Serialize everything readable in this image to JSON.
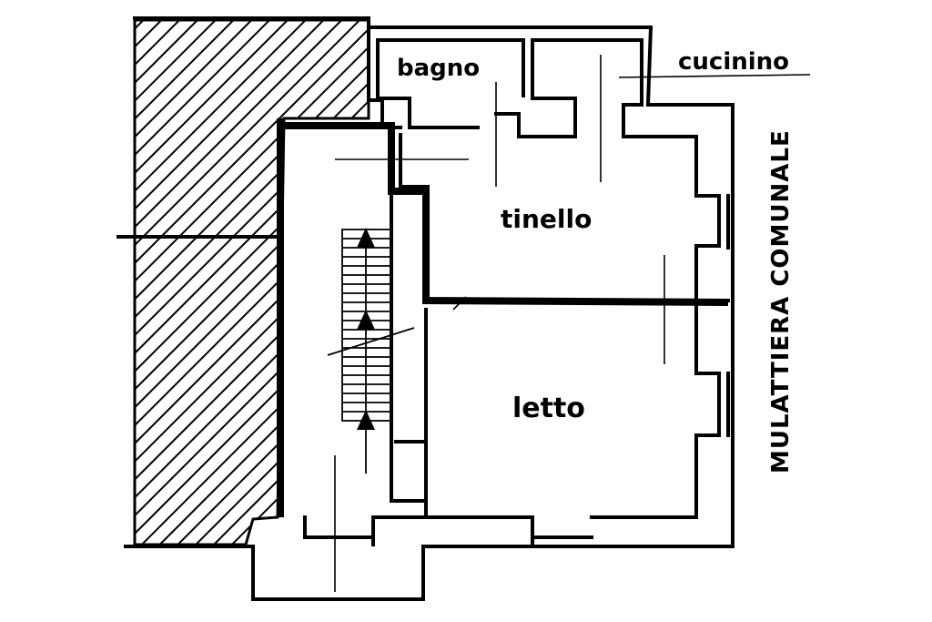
{
  "plan": {
    "rooms": {
      "bagno": "bagno",
      "cucinino": "cucinino",
      "tinello": "tinello",
      "letto": "letto"
    },
    "road_label": "MULATTIERA COMUNALE"
  }
}
